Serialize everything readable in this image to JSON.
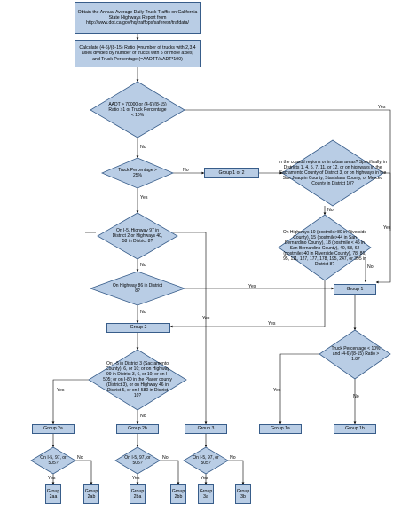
{
  "boxes": {
    "obtain": "Obtain the Annual Average Daily Truck Traffic on California State Highways Report from http://www.dot.ca.gov/hq/traffops/saferesr/trafdata/",
    "calculate": "Calculate (4-6)/(8-15) Ratio (=number of trucks with 2,3,4 axles divided by number of trucks with 5 or more axles) and Truck Percentage (=AADTT/AADT*100)",
    "group1or2": "Group 1 or 2",
    "group1": "Group 1",
    "group2": "Group 2",
    "group2a": "Group 2a",
    "group2b": "Group 2b",
    "group3": "Group 3",
    "group1a": "Group 1a",
    "group1b": "Group 1b",
    "group2aa": "Group 2aa",
    "group2ab": "Group 2ab",
    "group2ba": "Group 2ba",
    "group2bb": "Group 2bb",
    "group3a": "Group 3a",
    "group3b": "Group 3b"
  },
  "decisions": {
    "aadt": "AADT > 70000 or (4-6)/(8-15) Ratio >1 or Truck Percentage < 10%",
    "truckpct": "Truck Percentage > 25%",
    "coastal": "In the coastal regions or in urban areas? Specifically, in Districts 1, 4, 5, 7, 11, or 12, or on highways in the Sacramento County of District 3, or on highways in the San Joaquin County, Stanislaus County, or Merced County in District 10?",
    "i5": "On I-5, Highway 97 in District 2 or Highways 40, 58 in District 8?",
    "onhwy": "On Highways 10 (postmile>80 in Riverside County), 15 (postmile>44 in San Bernardino County), 18 (postmile < 45 in San Bernardino County), 40, 58, 62 (postmile>40 in Riverside County), 78, 86, 95, 111, 127, 177, 178, 195, 247, or 395 in District 8?",
    "hwy86": "On Highway 86 in District 8?",
    "truckpct2": "Truck Percentage < 10% and (4-6)/(8-15) Ratio > 1.8?",
    "dist3": "On I-5 in District 3 (Sacramento County), 6, or 10; or on Highway 99 in District 3, 6, or 10; or on I-505; or on I-80 in the Placer county (District 3), or on Highway 46 in District 5, or on I-580 in District 10?",
    "small_a": "On I-5, 97, or 505?",
    "small_b": "On I-5, 97, or 505?",
    "small_c": "On I-5, 97, or 505?"
  },
  "labels": {
    "yes": "Yes",
    "no": "No"
  }
}
